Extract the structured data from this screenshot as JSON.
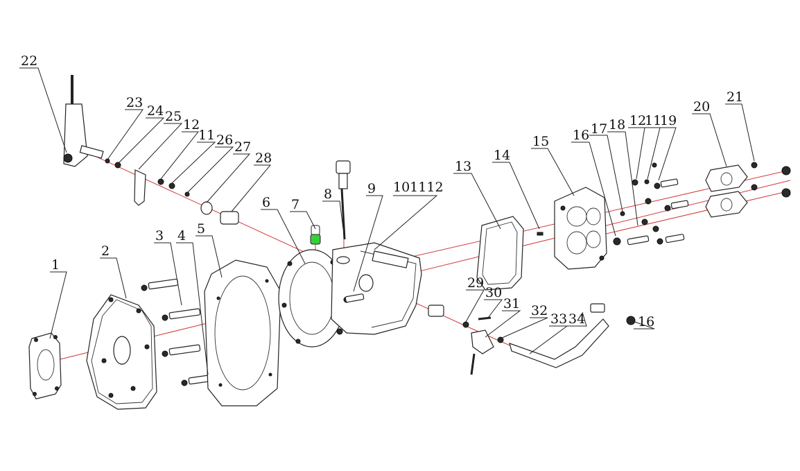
{
  "diagram": {
    "callouts": {
      "c1": "1",
      "c2": "2",
      "c3": "3",
      "c4": "4",
      "c5": "5",
      "c6": "6",
      "c7": "7",
      "c8": "8",
      "c9": "9",
      "c10_11_12": "101112",
      "c13": "13",
      "c14": "14",
      "c15": "15",
      "c16a": "16",
      "c16b": "16",
      "c17": "17",
      "c18": "18",
      "c12b": "12",
      "c11b": "11",
      "c19": "19",
      "c20": "20",
      "c21": "21",
      "c22": "22",
      "c23": "23",
      "c24": "24",
      "c25": "25",
      "c12a": "12",
      "c11a": "11",
      "c26": "26",
      "c27": "27",
      "c28": "28",
      "c29": "29",
      "c30": "30",
      "c31": "31",
      "c32": "32",
      "c33": "33",
      "c34": "34"
    },
    "colors": {
      "axis_line": "#d23a3a",
      "highlight_part": "#35d13a",
      "line_art": "#222222"
    }
  }
}
